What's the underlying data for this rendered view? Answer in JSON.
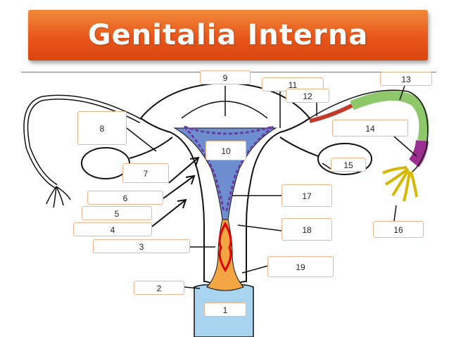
{
  "title": "Genitalia Interna",
  "labels": {
    "l1": "1",
    "l2": "2",
    "l3": "3",
    "l4": "4",
    "l5": "5",
    "l6": "6",
    "l7": "7",
    "l8": "8",
    "l9": "9",
    "l10": "10",
    "l11": "11",
    "l12": "12",
    "l13": "13",
    "l14": "14",
    "l15": "15",
    "l16": "16",
    "l17": "17",
    "l18": "18",
    "l19": "19"
  },
  "colors": {
    "banner": "#e8561b",
    "uterine_cavity": "#6d8fd0",
    "vagina": "#a8d4f0",
    "cervical_canal": "#f2a540",
    "cervix_outline": "#e00000",
    "tube_proximal": "#c23a2a",
    "tube_ampulla": "#8fc76b",
    "tube_infundibulum": "#9b2f8f",
    "fimbriae": "#f4e04a",
    "label_border": "#f0b58a",
    "perimetrium_dash": "#6a3aa0"
  }
}
